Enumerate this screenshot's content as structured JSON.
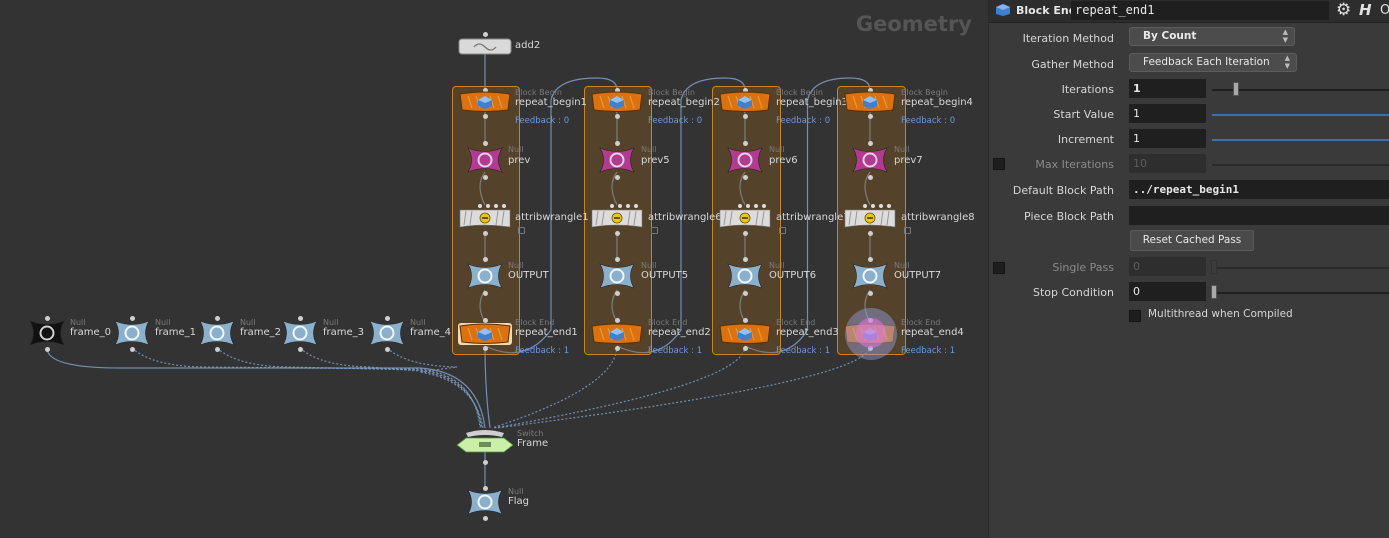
{
  "network": {
    "context_title": "Geometry",
    "blocks": [
      {
        "begin_type": "Block Begin",
        "begin_name": "repeat_begin1",
        "begin_feedback": "Feedback : 0",
        "null_type_1": "Null",
        "prev_name": "prev",
        "wrangle_name": "attribwrangle1",
        "null_type_2": "Null",
        "output_name": "OUTPUT",
        "end_type": "Block End",
        "end_name": "repeat_end1",
        "end_feedback": "Feedback : 1"
      },
      {
        "begin_type": "Block Begin",
        "begin_name": "repeat_begin2",
        "begin_feedback": "Feedback : 0",
        "null_type_1": "Null",
        "prev_name": "prev5",
        "wrangle_name": "attribwrangle6",
        "null_type_2": "Null",
        "output_name": "OUTPUT5",
        "end_type": "Block End",
        "end_name": "repeat_end2",
        "end_feedback": "Feedback : 1"
      },
      {
        "begin_type": "Block Begin",
        "begin_name": "repeat_begin3",
        "begin_feedback": "Feedback : 0",
        "null_type_1": "Null",
        "prev_name": "prev6",
        "wrangle_name": "attribwrangle7",
        "null_type_2": "Null",
        "output_name": "OUTPUT6",
        "end_type": "Block End",
        "end_name": "repeat_end3",
        "end_feedback": "Feedback : 1"
      },
      {
        "begin_type": "Block Begin",
        "begin_name": "repeat_begin4",
        "begin_feedback": "Feedback : 0",
        "null_type_1": "Null",
        "prev_name": "prev7",
        "wrangle_name": "attribwrangle8",
        "null_type_2": "Null",
        "output_name": "OUTPUT7",
        "end_type": "Block End",
        "end_name": "repeat_end4",
        "end_feedback": "Feedback : 1"
      }
    ],
    "add_node": {
      "name": "add2"
    },
    "frame_nulls": [
      {
        "type": "Null",
        "name": "frame_0"
      },
      {
        "type": "Null",
        "name": "frame_1"
      },
      {
        "type": "Null",
        "name": "frame_2"
      },
      {
        "type": "Null",
        "name": "frame_3"
      },
      {
        "type": "Null",
        "name": "frame_4"
      }
    ],
    "switch_node": {
      "type": "Switch",
      "name": "Frame"
    },
    "flag_node": {
      "type": "Null",
      "name": "Flag"
    },
    "colors": {
      "block_orange": "#d9720f",
      "null_purple": "#b23a8f",
      "null_blue": "#8ab0cc",
      "wire": "#7f9fc4",
      "switch_green": "#c8f0a8"
    }
  },
  "params": {
    "node_type": "Block End",
    "node_name": "repeat_end1",
    "icons": {
      "gear": "gear-icon",
      "help": "help-icon"
    },
    "iteration_method": {
      "label": "Iteration Method",
      "value": "By Count"
    },
    "gather_method": {
      "label": "Gather Method",
      "value": "Feedback Each Iteration"
    },
    "iterations": {
      "label": "Iterations",
      "value": "1"
    },
    "start_value": {
      "label": "Start Value",
      "value": "1"
    },
    "increment": {
      "label": "Increment",
      "value": "1"
    },
    "max_iterations": {
      "label": "Max Iterations",
      "value": "10",
      "enabled": false
    },
    "default_block_path": {
      "label": "Default Block Path",
      "value": "../repeat_begin1"
    },
    "piece_block_path": {
      "label": "Piece Block Path",
      "value": ""
    },
    "reset_button": "Reset Cached Pass",
    "single_pass": {
      "label": "Single Pass",
      "value": "0",
      "enabled": false
    },
    "stop_condition": {
      "label": "Stop Condition",
      "value": "0"
    },
    "multithread": {
      "label": "Multithread when Compiled",
      "checked": false
    }
  }
}
